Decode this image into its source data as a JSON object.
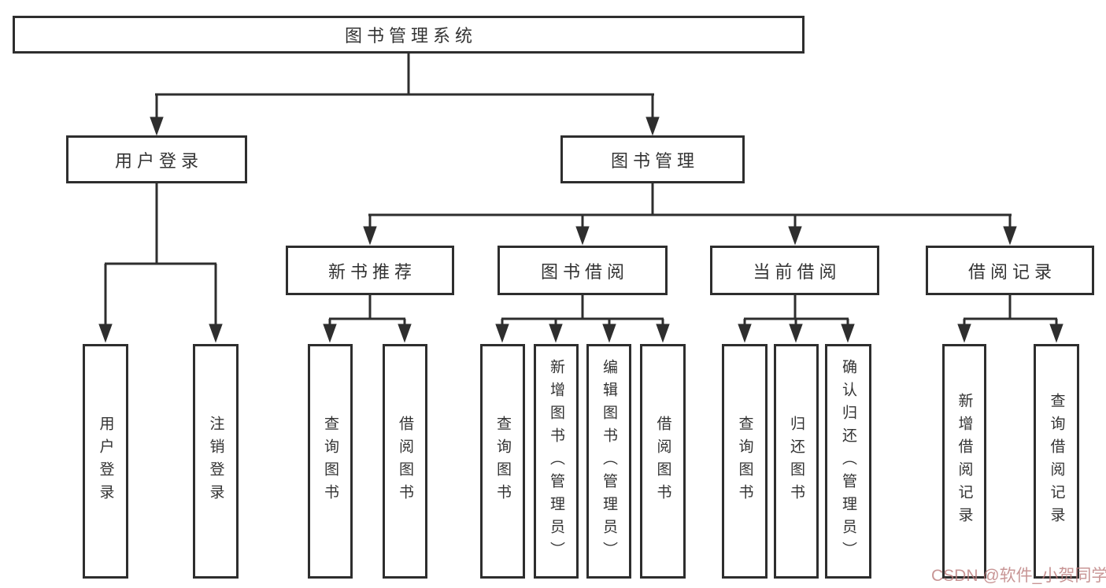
{
  "diagram": {
    "tree": {
      "root": {
        "label": "图书管理系统"
      },
      "children": [
        {
          "label": "用户登录",
          "children": [
            {
              "label": "用户登录"
            },
            {
              "label": "注销登录"
            }
          ]
        },
        {
          "label": "图书管理",
          "children": [
            {
              "label": "新书推荐",
              "children": [
                {
                  "label": "查询图书"
                },
                {
                  "label": "借阅图书"
                }
              ]
            },
            {
              "label": "图书借阅",
              "children": [
                {
                  "label": "查询图书"
                },
                {
                  "label": "新增图书（管理员）"
                },
                {
                  "label": "编辑图书（管理员）"
                },
                {
                  "label": "借阅图书"
                }
              ]
            },
            {
              "label": "当前借阅",
              "children": [
                {
                  "label": "查询图书"
                },
                {
                  "label": "归还图书"
                },
                {
                  "label": "确认归还（管理员）"
                }
              ]
            },
            {
              "label": "借阅记录",
              "children": [
                {
                  "label": "新增借阅记录"
                },
                {
                  "label": "查询借阅记录"
                }
              ]
            }
          ]
        }
      ]
    },
    "watermark": {
      "text": "CSDN @软件_小贺同学"
    },
    "colors": {
      "line": "#2e2e2e",
      "text": "#333333",
      "background": "#ffffff",
      "watermark": "rgba(186,122,122,0.8)"
    }
  }
}
